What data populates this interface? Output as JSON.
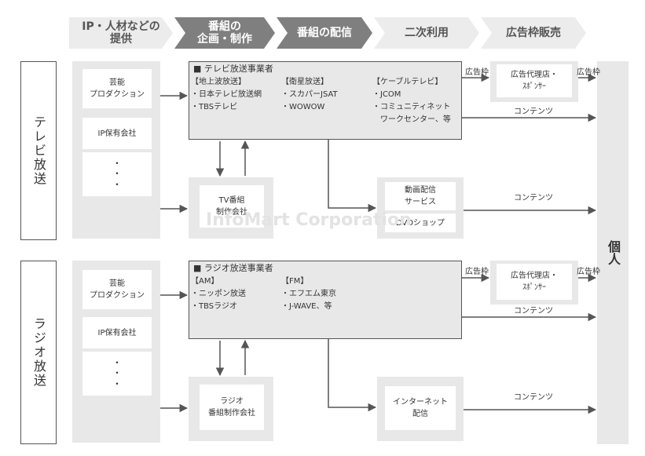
{
  "stages": [
    {
      "label_line1": "IP・人材などの",
      "label_line2": "提供"
    },
    {
      "label_line1": "番組の",
      "label_line2": "企画・制作"
    },
    {
      "label": "番組の配信"
    },
    {
      "label": "二次利用"
    },
    {
      "label": "広告枠販売"
    }
  ],
  "sections": {
    "tv": "テレビ放送",
    "radio": "ラジオ放送"
  },
  "tv": {
    "geino": [
      "芸能",
      "プロダクション"
    ],
    "ip": "IP保有会社",
    "dots": "・",
    "broadcaster_title": "■ テレビ放送事業者",
    "terrestrial": {
      "header": "【地上波放送】",
      "items": [
        "・日本テレビ放送網",
        "・TBSテレビ"
      ]
    },
    "satellite": {
      "header": "【衛星放送】",
      "items": [
        "・スカパーJSAT",
        "・WOWOW"
      ]
    },
    "cable": {
      "header": "【ケーブルテレビ】",
      "items": [
        "・JCOM",
        "・コミュニティネット",
        "ワークセンター、等"
      ]
    },
    "producer": [
      "TV番組",
      "制作会社"
    ],
    "video_service": [
      "動画配信",
      "サービス"
    ],
    "dvd": "DVDショップ",
    "agency": [
      "広告代理店・",
      "ｽﾎﾟﾝｻｰ"
    ]
  },
  "radio": {
    "geino": [
      "芸能",
      "プロダクション"
    ],
    "ip": "IP保有会社",
    "dots": "・",
    "broadcaster_title": "■ ラジオ放送事業者",
    "am": {
      "header": "【AM】",
      "items": [
        "・ニッポン放送",
        "・TBSラジオ"
      ]
    },
    "fm": {
      "header": "【FM】",
      "items": [
        "・エフエム東京",
        "・J-WAVE、等"
      ]
    },
    "producer": [
      "ラジオ",
      "番組制作会社"
    ],
    "internet": [
      "インターネット",
      "配信"
    ],
    "agency": [
      "広告代理店・",
      "ｽﾎﾟﾝｻｰ"
    ]
  },
  "arrow_labels": {
    "ad_slot": "広告枠",
    "contents": "コンテンツ"
  },
  "individual": "個人",
  "watermark": "InfoMart Corporation",
  "colors": {
    "stage_dark": "#7f7f7f",
    "stage_light": "#ececec",
    "box_gray": "#e8e8e8",
    "line": "#555555"
  }
}
